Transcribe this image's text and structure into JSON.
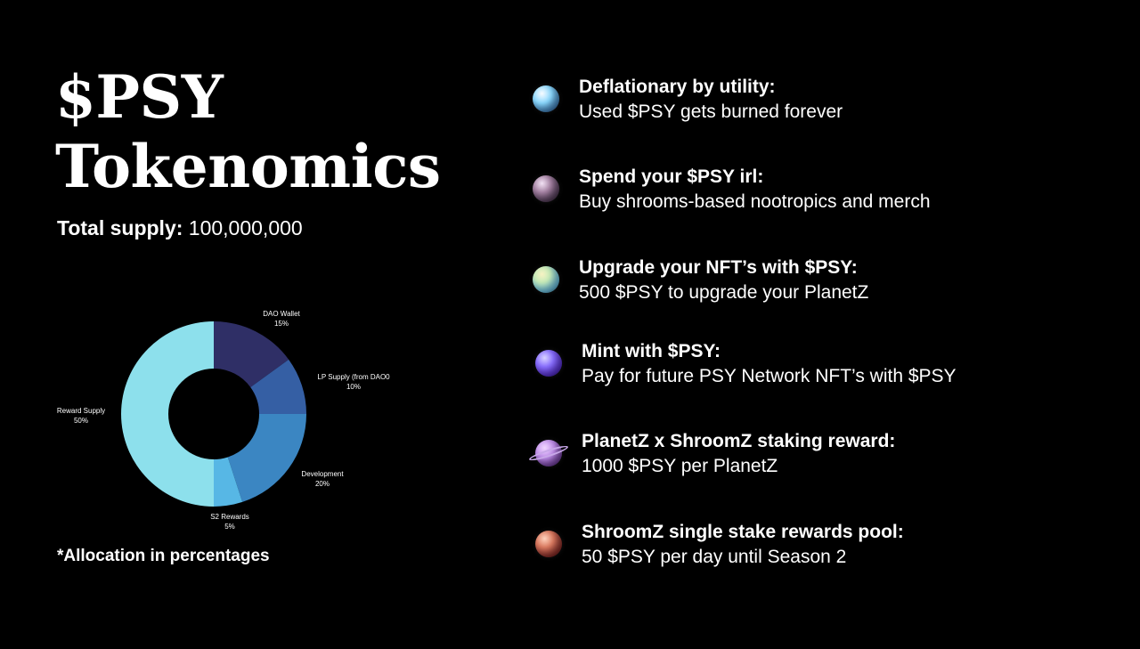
{
  "title": {
    "line1": "$PSY",
    "line2": "Tokenomics"
  },
  "supply": {
    "label": "Total supply:",
    "value": "100,000,000"
  },
  "footnote": "*Allocation in percentages",
  "chart_data": {
    "type": "pie",
    "subtype": "donut",
    "categories": [
      "DAO Wallet",
      "LP Supply (from DAO0",
      "Development",
      "S2 Rewards",
      "Reward Supply"
    ],
    "values": [
      15,
      10,
      20,
      5,
      50
    ],
    "value_labels": [
      "15%",
      "10%",
      "20%",
      "5%",
      "50%"
    ],
    "colors": [
      "#2f2f66",
      "#355fa4",
      "#3b86c2",
      "#57b7e5",
      "#8de0ec"
    ],
    "title": "",
    "legend": "none"
  },
  "features": [
    {
      "heading": "Deflationary by utility:",
      "desc": "Used $PSY gets burned forever",
      "icon": "blue-planet-icon",
      "color": "#7fd8ff"
    },
    {
      "heading": "Spend your $PSY irl:",
      "desc": "Buy shrooms-based nootropics and merch",
      "icon": "purple-planet-icon",
      "color": "#8e6d97"
    },
    {
      "heading": "Upgrade your NFT’s with $PSY:",
      "desc": "500 $PSY to upgrade your PlanetZ",
      "icon": "yellow-green-planet-icon",
      "color": "#a7d8b8"
    },
    {
      "heading": "Mint with $PSY:",
      "desc": "Pay for future PSY Network NFT’s with $PSY",
      "icon": "violet-planet-icon",
      "color": "#7c5cff"
    },
    {
      "heading": "PlanetZ x ShroomZ staking reward:",
      "desc": "1000 $PSY per PlanetZ",
      "icon": "ringed-planet-icon",
      "color": "#b886e0"
    },
    {
      "heading": "ShroomZ single stake rewards pool:",
      "desc": "50 $PSY per day until Season 2",
      "icon": "red-planet-icon",
      "color": "#d06f56"
    }
  ]
}
